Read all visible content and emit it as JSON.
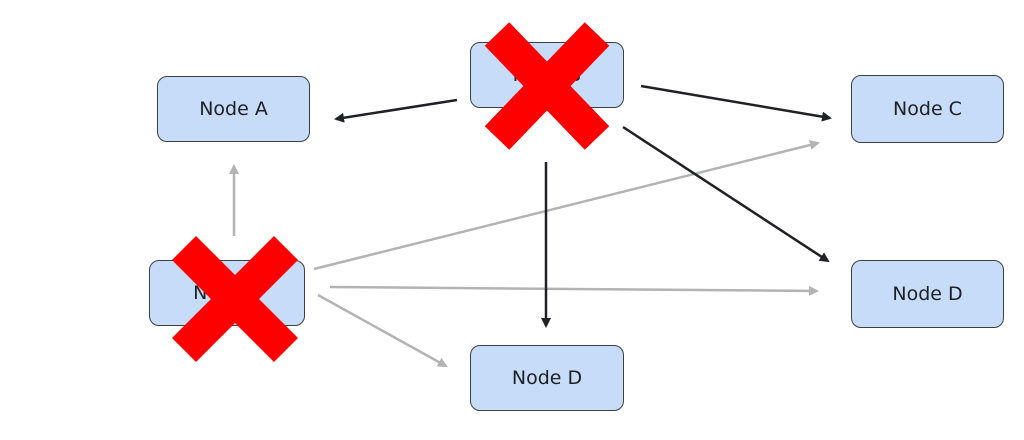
{
  "diagram": {
    "nodes": {
      "a": {
        "label": "Node A"
      },
      "b": {
        "label": "Node B"
      },
      "c": {
        "label": "Node C"
      },
      "e": {
        "label": "Node E"
      },
      "d1": {
        "label": "Node D"
      },
      "d2": {
        "label": "Node D"
      }
    },
    "colors": {
      "node_fill": "#c6dcf8",
      "node_border": "#3c4043",
      "active_edge": "#202124",
      "inactive_edge": "#b3b3b3",
      "cross": "#ff0000"
    },
    "edges": [
      {
        "from": "Node B",
        "to": "Node A",
        "state": "active"
      },
      {
        "from": "Node B",
        "to": "Node C",
        "state": "active"
      },
      {
        "from": "Node B",
        "to": "Node D",
        "state": "active"
      },
      {
        "from": "Node B",
        "to": "Node D (bottom)",
        "state": "active"
      },
      {
        "from": "Node E",
        "to": "Node A",
        "state": "inactive"
      },
      {
        "from": "Node E",
        "to": "Node C",
        "state": "inactive"
      },
      {
        "from": "Node E",
        "to": "Node D",
        "state": "inactive"
      },
      {
        "from": "Node E",
        "to": "Node D (bottom)",
        "state": "inactive"
      }
    ],
    "crossed_out_nodes": [
      "Node B",
      "Node E"
    ]
  }
}
